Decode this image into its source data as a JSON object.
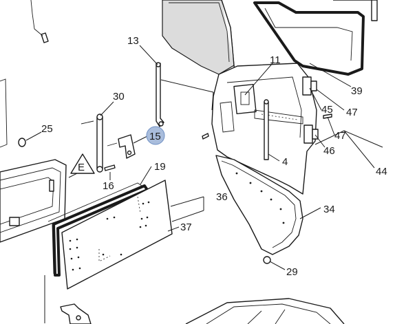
{
  "callouts": {
    "c13": "13",
    "c11": "11",
    "c39": "39",
    "c30": "30",
    "c25": "25",
    "c45": "45",
    "c47a": "47",
    "c47b": "47",
    "c15": "15",
    "c46": "46",
    "c44": "44",
    "c4": "4",
    "c19": "19",
    "c16": "16",
    "c36": "36",
    "c34": "34",
    "c37": "37",
    "c29": "29",
    "cE": "E"
  },
  "highlight": {
    "callout": "15",
    "color": "#a9bddc",
    "stroke": "#6e8fc4"
  }
}
